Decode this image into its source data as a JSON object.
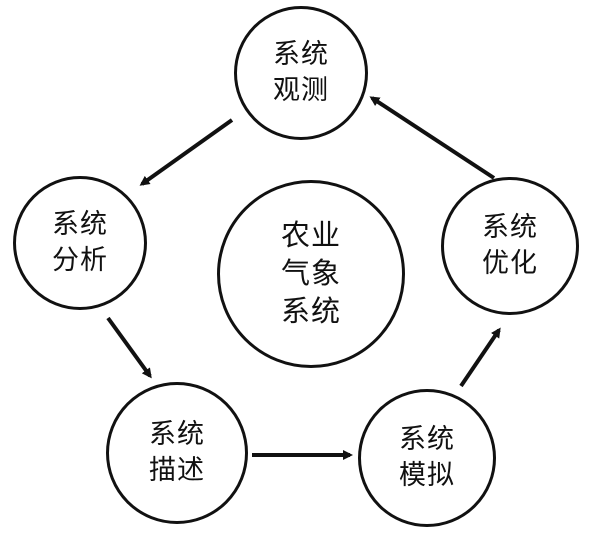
{
  "center": {
    "lines": [
      "农业",
      "气象",
      "系统"
    ]
  },
  "nodes": [
    {
      "id": "observe",
      "lines": [
        "系统",
        "观测"
      ]
    },
    {
      "id": "analyze",
      "lines": [
        "系统",
        "分析"
      ]
    },
    {
      "id": "describe",
      "lines": [
        "系统",
        "描述"
      ]
    },
    {
      "id": "simulate",
      "lines": [
        "系统",
        "模拟"
      ]
    },
    {
      "id": "optimize",
      "lines": [
        "系统",
        "优化"
      ]
    }
  ],
  "cycle": [
    {
      "from": "observe",
      "to": "analyze"
    },
    {
      "from": "analyze",
      "to": "describe"
    },
    {
      "from": "describe",
      "to": "simulate"
    },
    {
      "from": "simulate",
      "to": "optimize"
    },
    {
      "from": "optimize",
      "to": "observe"
    }
  ],
  "colors": {
    "stroke": "#111111",
    "fill": "#ffffff"
  }
}
